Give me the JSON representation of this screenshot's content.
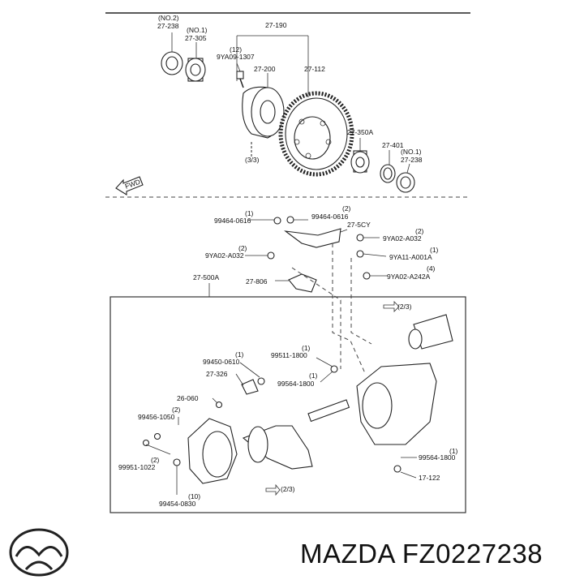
{
  "labels": {
    "top": {
      "l1": "(NO.2)",
      "l2": "27-238",
      "l3": "(NO.1)",
      "l4": "27-305",
      "l5": "27-190",
      "l6": "(12)",
      "l7": "9YA09-1307",
      "l8": "27-200",
      "l9": "27-112",
      "l10": "27-350A",
      "l11": "27-401",
      "l12": "(NO.1)",
      "l13": "27-238",
      "l14": "(3/3)",
      "l15": "FWD"
    },
    "bottom": {
      "b1": "(1)",
      "b2": "99464-0616",
      "b3": "(2)",
      "b4": "99464-0616",
      "b5": "27-5CY",
      "b6": "(2)",
      "b7": "9YA02-A032",
      "b8": "(2)",
      "b9": "9YA02-A032",
      "b10": "(1)",
      "b11": "9YA11-A001A",
      "b12": "27-806",
      "b13": "(4)",
      "b14": "9YA02-A242A",
      "b15": "27-500A",
      "b16": "(2/3)",
      "b17": "(1)",
      "b18": "99511-1800",
      "b19": "(1)",
      "b20": "99450-0610",
      "b21": "27-326",
      "b22": "(1)",
      "b23": "99564-1800",
      "b24": "26-060",
      "b25": "(2)",
      "b26": "99456-1050",
      "b27": "(2)",
      "b28": "99951-1022",
      "b29": "(1)",
      "b30": "99564-1800",
      "b31": "17-122",
      "b32": "(2/3)",
      "b33": "(10)",
      "b34": "99454-0830"
    }
  },
  "footer": {
    "brand_text": "MAZDA FZ0227238"
  }
}
